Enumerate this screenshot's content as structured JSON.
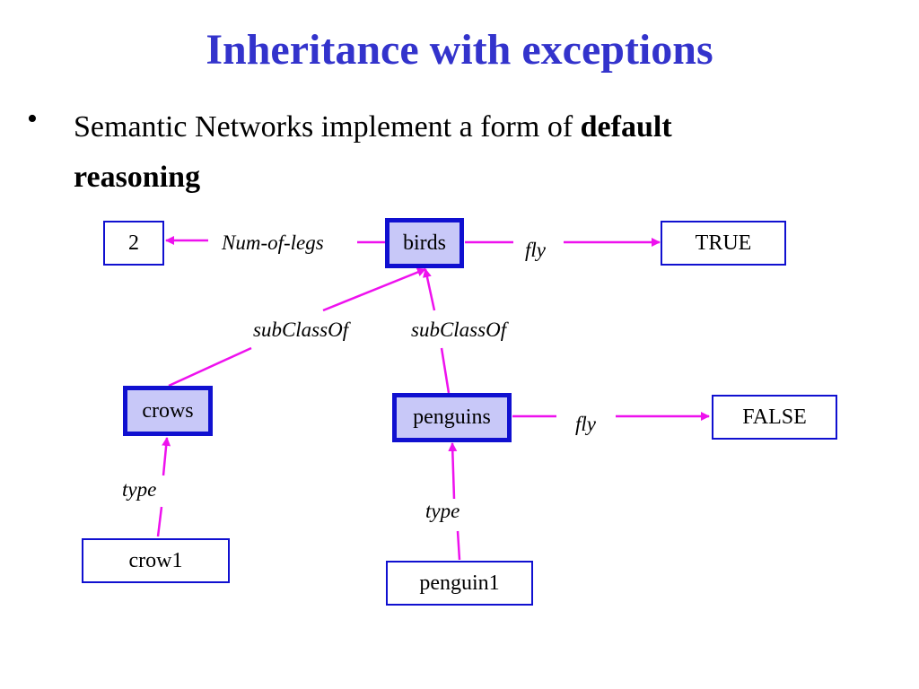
{
  "slide": {
    "title": "Inheritance with exceptions",
    "bullet": {
      "marker": "•",
      "text_plain": "Semantic Networks implement a form of ",
      "text_bold_1": "default",
      "text_bold_2": "reasoning"
    }
  },
  "diagram": {
    "nodes": {
      "two": "2",
      "birds": "birds",
      "true": "TRUE",
      "crows": "crows",
      "penguins": "penguins",
      "false": "FALSE",
      "crow1": "crow1",
      "penguin1": "penguin1"
    },
    "edge_labels": {
      "num_of_legs": "Num-of-legs",
      "birds_fly": "fly",
      "crows_subclass": "subClassOf",
      "penguins_subclass": "subClassOf",
      "penguins_fly": "fly",
      "crow1_type": "type",
      "penguin1_type": "type"
    },
    "colors": {
      "edge": "#ee11ee",
      "node_border": "#1010d0",
      "class_fill": "#c8c8f8",
      "title": "#3333cc"
    }
  }
}
